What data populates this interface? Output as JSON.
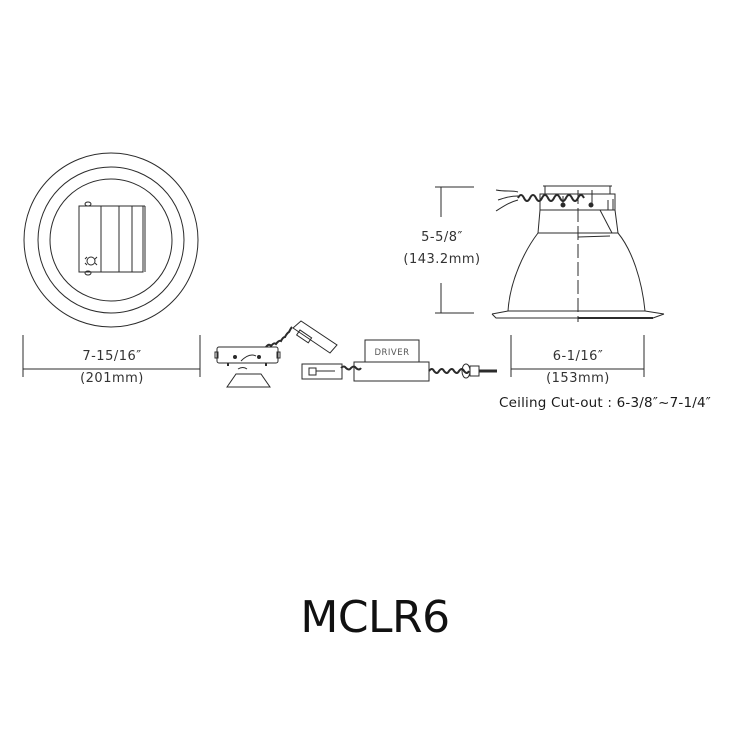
{
  "product": {
    "model": "MCLR6"
  },
  "dimensions": {
    "outer_diameter": {
      "imperial": "7-15/16″",
      "metric": "(201mm)"
    },
    "height": {
      "imperial": "5-5/8″",
      "metric": "(143.2mm)"
    },
    "aperture_width": {
      "imperial": "6-1/16″",
      "metric": "(153mm)"
    },
    "ceiling_cutout": "Ceiling Cut-out : 6-3/8″~7-1/4″"
  },
  "drawings": {
    "top_view": "top-view-circular-trim",
    "side_view": "side-view-reflector-housing",
    "components": [
      "junction-box",
      "trim-ring",
      "connector-plug",
      "driver-box"
    ]
  },
  "labels": {
    "driver": "DRIVER"
  },
  "colors": {
    "line": "#2b2b2b",
    "background": "#ffffff"
  }
}
